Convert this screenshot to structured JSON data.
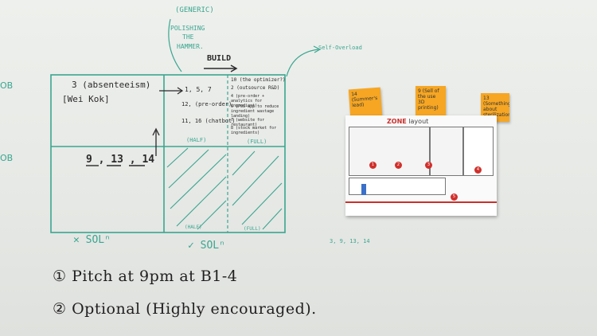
{
  "whiteboard": {
    "left_labels": [
      "OB",
      "OB"
    ],
    "top_note": {
      "generic": "(GENERIC)",
      "line1": "POLISHING",
      "line2": "THE",
      "line3": "HAMMER."
    },
    "build_label": "BUILD",
    "self_overload": "Self-Overload",
    "grid": {
      "cell_top_left_title": "3 (absenteeism)",
      "cell_top_left_name": "[Wei Kok]",
      "cell_bottom_left_numbers": "9 , 13 , 14",
      "mid_items": [
        "1, 5, 7",
        "12, (pre-order)",
        "11, 16 (chatbot)"
      ],
      "mid_half": "(HALF)",
      "right_items": [
        "10 (the optimizer?)",
        "2 (outsource R&D)",
        "4 (pre-order + analytics for ingredient)",
        "6 (POS app to reduce ingredient wastage landing)",
        "7 (website for restaurant)",
        "8 (stock market for ingredients)"
      ],
      "right_full": "(FULL)",
      "bottom_half": "(HALF)",
      "bottom_full": "(FULL)"
    },
    "sol_cross": "✕ SOLⁿ",
    "sol_check": "✓ SOLⁿ",
    "small_numbers": "3, 9, 13, 14",
    "todo": [
      {
        "num": "①",
        "text": "Pitch at 9pm at B1-4"
      },
      {
        "num": "②",
        "text": "Optional (Highly encouraged)."
      }
    ]
  },
  "sticky_notes": [
    {
      "text": "14 (Summer's lead)"
    },
    {
      "text": "9 (Sell of the use 3D printing)"
    },
    {
      "text": "13 (Something about sterilization)"
    }
  ],
  "poster": {
    "title_brand": "ZONE",
    "title_rest": " layout",
    "pins": [
      "1",
      "2",
      "3",
      "4",
      "5"
    ]
  }
}
